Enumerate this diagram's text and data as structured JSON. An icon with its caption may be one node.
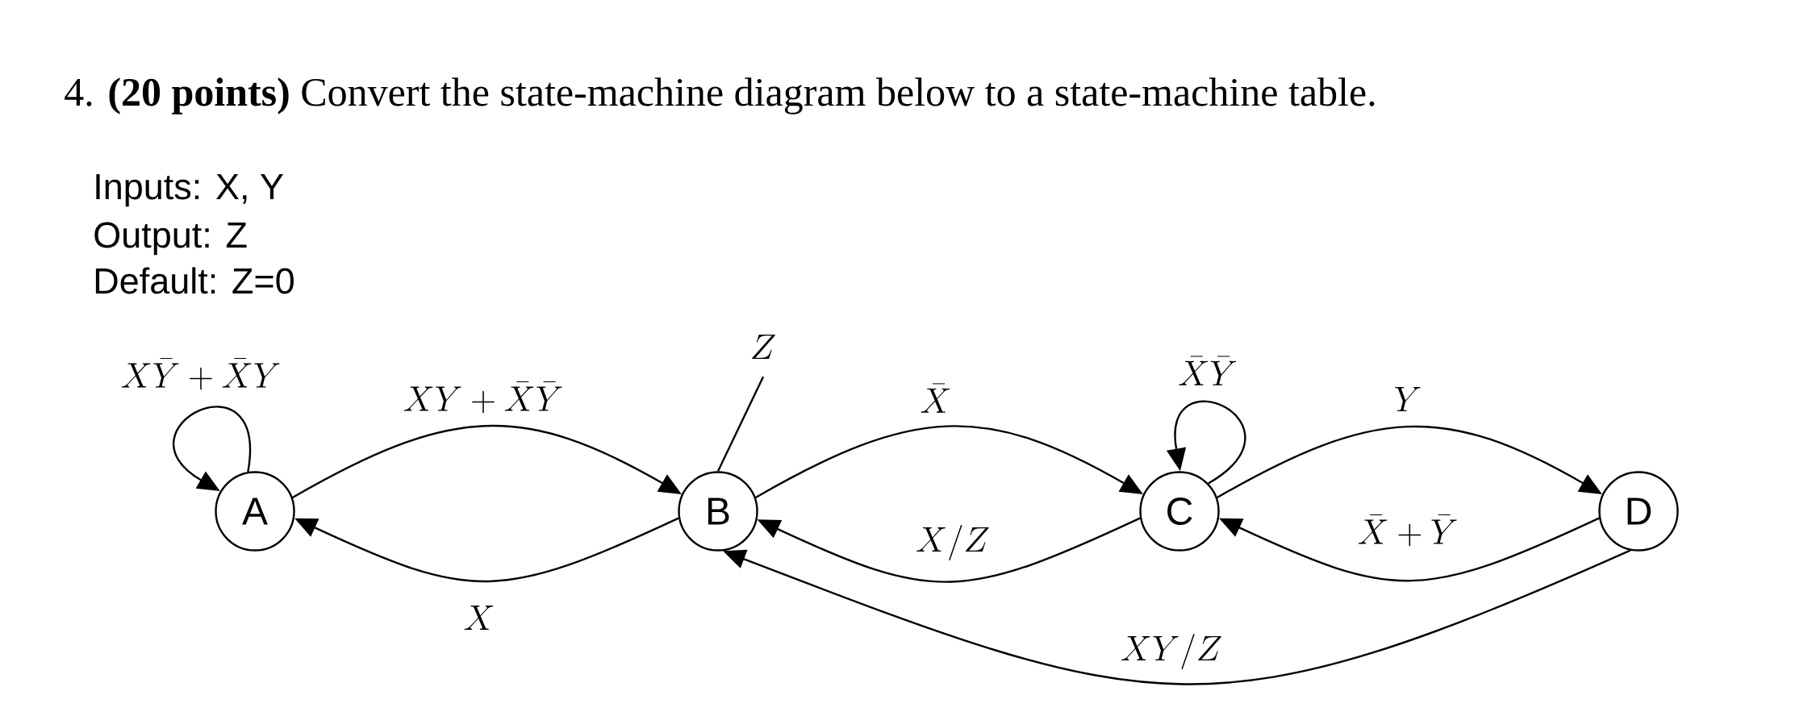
{
  "diagram": {
    "title": "4. **(20 points)** Convert the state-machine diagram below to a state-machine table.",
    "nodes": [
      {
        "text": [
          "Z"
        ]
      },
      {
        "text": [
          "A"
        ]
      },
      {
        "text": [
          "B"
        ]
      },
      {
        "text": [
          "C"
        ]
      },
      {
        "text": [
          "D"
        ]
      }
    ],
    "edges": [
      {
        "from": 1,
        "to": 1,
        "arrow": "to",
        "label": "X\\bar{Y} + \\bar{X}Y"
      },
      {
        "from": 1,
        "to": 2,
        "arrow": "to",
        "label": "XY + \\bar{X}\\bar{Y}"
      },
      {
        "from": 2,
        "to": 1,
        "arrow": "to",
        "label": "X"
      },
      {
        "from": 0,
        "to": 2,
        "arrow": "none"
      },
      {
        "from": 2,
        "to": 3,
        "arrow": "to",
        "label": "\\bar{X}"
      },
      {
        "from": 3,
        "to": 2,
        "arrow": "to",
        "label": "X/Z"
      },
      {
        "from": 3,
        "to": 3,
        "arrow": "to",
        "label": "\\bar{X}\\bar{Y}"
      },
      {
        "from": 3,
        "to": 4,
        "arrow": "to",
        "label": "Y"
      },
      {
        "from": 4,
        "to": 3,
        "arrow": "to",
        "label": "\\bar{X} + \\bar{Y}"
      },
      {
        "from": 4,
        "to": 2,
        "arrow": "to",
        "label": "XY/Z"
      }
    ],
    "labels": [
      "Inputs: X, Y",
      "Output: Z",
      "Default: Z=0"
    ]
  }
}
